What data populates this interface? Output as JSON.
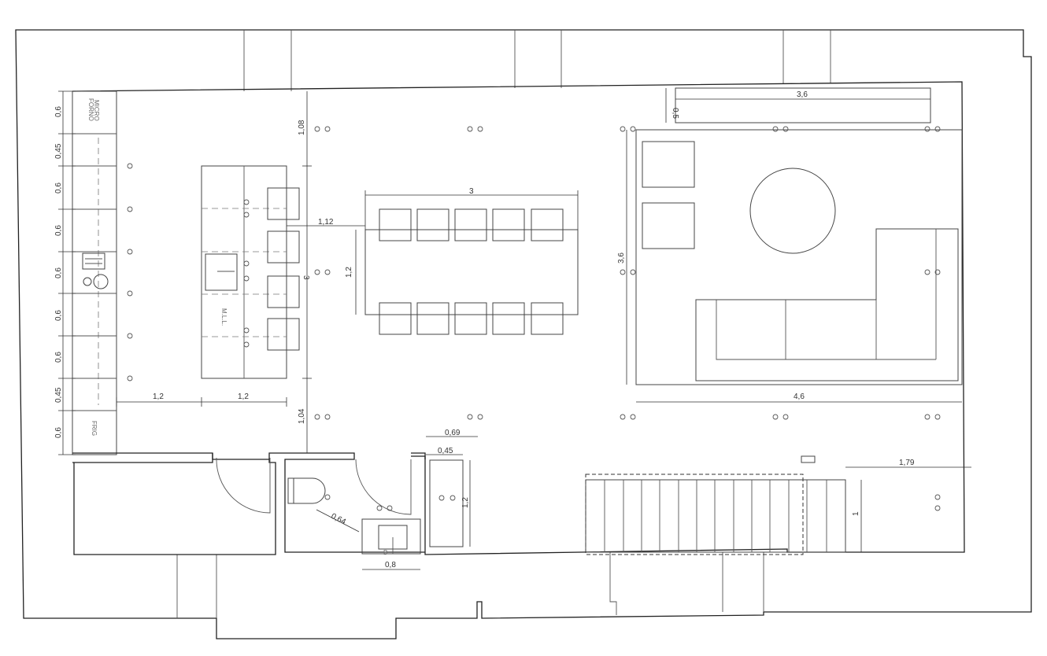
{
  "labels": {
    "oven": "FORNO",
    "microwave": "MICRO",
    "fridge": "FRIG",
    "dishwasher": "M.L.L.",
    "bidet_mark": "B"
  },
  "dimensions": {
    "k1": "0,6",
    "k2": "0,45",
    "k3": "0,6",
    "k4": "0,6",
    "k5": "0,6",
    "k6": "0,6",
    "k7": "0,6",
    "k8": "0,45",
    "k9": "0,6",
    "top_clear": "1,08",
    "bottom_clear": "1,04",
    "island_len": "3",
    "island_gap": "1,12",
    "counter_w": "1,2",
    "island_w": "1,2",
    "table_len": "3",
    "table_w": "1,2",
    "shelf_len": "3,6",
    "shelf_depth": "0,5",
    "rug_h": "3,6",
    "rug_w": "4,6",
    "shower_outer": "0,69",
    "shower_inner": "0,45",
    "shower_len": "1,2",
    "wc_clear": "0,64",
    "sink_w": "0,8",
    "stair_w": "1,79",
    "stair_h": "1"
  }
}
